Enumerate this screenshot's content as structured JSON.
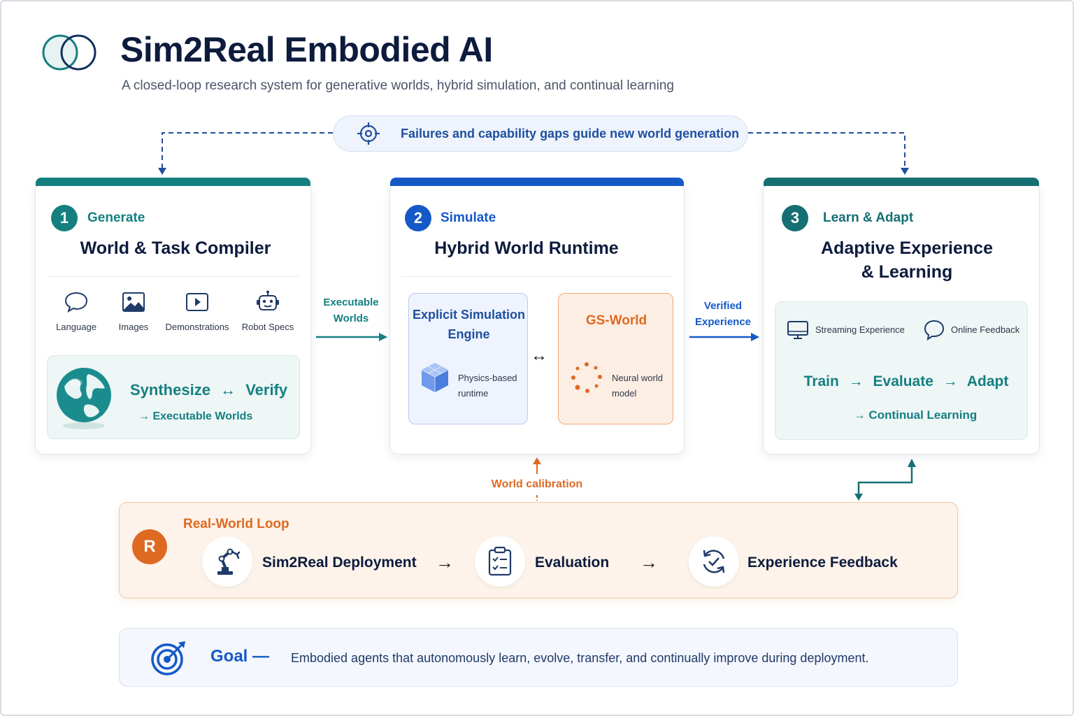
{
  "header": {
    "title": "Sim2Real Embodied AI",
    "subtitle": "A closed-loop research system for generative worlds, hybrid simulation, and continual learning"
  },
  "feedback_loop": {
    "text": "Failures and capability gaps guide new world generation"
  },
  "stages": [
    {
      "number": "1",
      "label": "Generate",
      "title": "World & Task Compiler",
      "inputs": [
        {
          "label": "Language",
          "icon": "speech-bubble-icon"
        },
        {
          "label": "Images",
          "icon": "image-icon"
        },
        {
          "label": "Demonstrations",
          "icon": "video-play-icon"
        },
        {
          "label": "Robot Specs",
          "icon": "robot-icon"
        }
      ],
      "process": {
        "line1_a": "Synthesize",
        "line1_sep": "↔",
        "line1_b": "Verify",
        "line2": "→ Executable Worlds"
      },
      "color": "#157f80"
    },
    {
      "number": "2",
      "label": "Simulate",
      "title": "Hybrid World Runtime",
      "engines": [
        {
          "title_1": "Explicit Simulation",
          "title_2": "Engine",
          "desc_1": "Physics-based",
          "desc_2": "runtime",
          "icon": "cube-icon"
        },
        {
          "title_1": "GS-World",
          "desc_1": "Neural world",
          "desc_2": "model",
          "icon": "neural-dots-icon"
        }
      ],
      "link": "↔",
      "color": "#1559c7"
    },
    {
      "number": "3",
      "label": "Learn & Adapt",
      "title_1": "Adaptive Experience",
      "title_2": "& Learning",
      "sources": [
        {
          "label": "Streaming Experience",
          "icon": "monitor-icon"
        },
        {
          "label": "Online Feedback",
          "icon": "chat-bubble-icon"
        }
      ],
      "cycle": {
        "a": "Train",
        "b": "Evaluate",
        "c": "Adapt",
        "arrow": "→",
        "line2": "→ Continual Learning"
      },
      "color": "#156f73"
    }
  ],
  "connectors": {
    "executable_worlds_1": "Executable",
    "executable_worlds_2": "Worlds",
    "verified_1": "Verified",
    "verified_2": "Experience",
    "calibration": "World calibration"
  },
  "real_world_loop": {
    "badge": "R",
    "label": "Real-World Loop",
    "steps": [
      {
        "label": "Sim2Real Deployment",
        "icon": "robot-arm-icon"
      },
      {
        "label": "Evaluation",
        "icon": "clipboard-check-icon"
      },
      {
        "label": "Experience Feedback",
        "icon": "cycle-check-icon"
      }
    ],
    "arrow": "→"
  },
  "goal": {
    "label": "Goal —",
    "text": "Embodied agents that autonomously learn, evolve, transfer, and continually improve during deployment."
  },
  "colors": {
    "teal": "#157f80",
    "blue": "#1559c7",
    "dark_teal": "#156f73",
    "orange": "#de6a22",
    "navy": "#0d1b3d"
  }
}
